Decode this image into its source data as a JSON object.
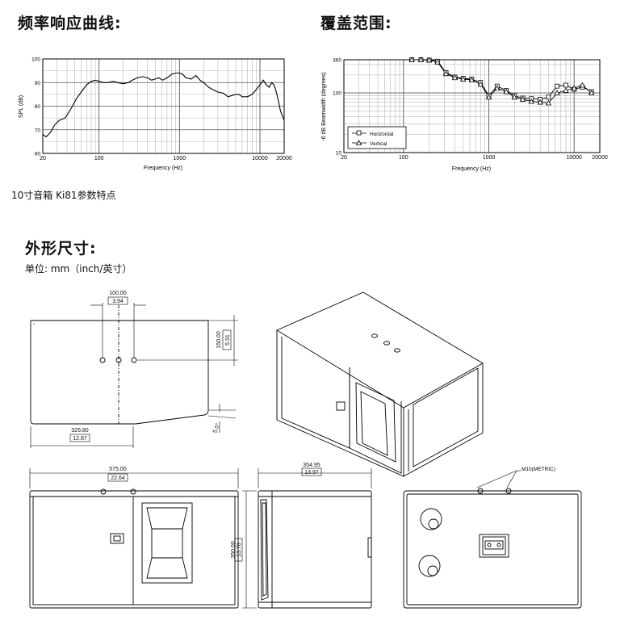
{
  "headings": {
    "freq_response": "频率响应曲线:",
    "coverage": "覆盖范围:",
    "dimensions": "外形尺寸:"
  },
  "caption": "10寸音箱 Ki81参数特点",
  "unit_line": "单位: mm（inch/英寸）",
  "chart_data": [
    {
      "type": "line",
      "title": "",
      "xlabel": "Frequency (Hz)",
      "ylabel": "SPL (dB)",
      "x_scale": "log",
      "xlim": [
        20,
        20000
      ],
      "ylim": [
        60,
        100
      ],
      "x_ticks": [
        "20",
        "100",
        "1000",
        "10000",
        "20000"
      ],
      "y_ticks": [
        "100",
        "90",
        "80",
        "70",
        "60"
      ],
      "grid": true,
      "series": [
        {
          "color": "#000000",
          "points": [
            [
              20,
              68
            ],
            [
              22,
              67
            ],
            [
              25,
              69
            ],
            [
              28,
              72
            ],
            [
              32,
              74
            ],
            [
              38,
              75
            ],
            [
              45,
              79
            ],
            [
              52,
              83
            ],
            [
              60,
              86
            ],
            [
              70,
              89
            ],
            [
              80,
              90.5
            ],
            [
              90,
              91
            ],
            [
              100,
              90.5
            ],
            [
              115,
              90
            ],
            [
              130,
              90
            ],
            [
              150,
              90.5
            ],
            [
              170,
              90
            ],
            [
              200,
              89.5
            ],
            [
              230,
              90
            ],
            [
              260,
              91
            ],
            [
              300,
              92
            ],
            [
              350,
              92.5
            ],
            [
              400,
              92
            ],
            [
              450,
              91
            ],
            [
              500,
              91.5
            ],
            [
              550,
              92
            ],
            [
              620,
              91
            ],
            [
              700,
              92
            ],
            [
              800,
              93.5
            ],
            [
              900,
              94
            ],
            [
              1000,
              94
            ],
            [
              1100,
              93.5
            ],
            [
              1200,
              92
            ],
            [
              1400,
              91.5
            ],
            [
              1600,
              93
            ],
            [
              1800,
              91
            ],
            [
              2000,
              90
            ],
            [
              2300,
              88
            ],
            [
              2600,
              87
            ],
            [
              3000,
              86
            ],
            [
              3500,
              85.5
            ],
            [
              4000,
              84
            ],
            [
              4500,
              84.5
            ],
            [
              5000,
              85
            ],
            [
              5500,
              85
            ],
            [
              6000,
              84
            ],
            [
              7000,
              84
            ],
            [
              8000,
              85
            ],
            [
              9000,
              87
            ],
            [
              10000,
              89
            ],
            [
              11000,
              91
            ],
            [
              12000,
              89
            ],
            [
              13000,
              88
            ],
            [
              14000,
              90
            ],
            [
              15000,
              89
            ],
            [
              16000,
              86
            ],
            [
              17000,
              82
            ],
            [
              18000,
              78
            ],
            [
              20000,
              74
            ]
          ]
        }
      ]
    },
    {
      "type": "line",
      "title": "",
      "xlabel": "Frequency (Hz)",
      "ylabel": "-6 dB Beamwidth (degrees)",
      "x_scale": "log",
      "y_scale": "log",
      "xlim": [
        20,
        20000
      ],
      "ylim": [
        10,
        360
      ],
      "x_ticks": [
        "20",
        "100",
        "1000",
        "10000",
        "20000"
      ],
      "y_ticks": [
        "360",
        "100",
        "10"
      ],
      "grid": true,
      "legend": "bottom-left",
      "series": [
        {
          "name": "Horizontal",
          "marker": "square",
          "points": [
            [
              125,
              360
            ],
            [
              160,
              360
            ],
            [
              200,
              355
            ],
            [
              250,
              340
            ],
            [
              315,
              220
            ],
            [
              400,
              185
            ],
            [
              500,
              175
            ],
            [
              630,
              170
            ],
            [
              800,
              150
            ],
            [
              1000,
              90
            ],
            [
              1250,
              130
            ],
            [
              1600,
              110
            ],
            [
              2000,
              90
            ],
            [
              2500,
              82
            ],
            [
              3150,
              80
            ],
            [
              4000,
              78
            ],
            [
              5000,
              85
            ],
            [
              6300,
              130
            ],
            [
              8000,
              135
            ],
            [
              10000,
              115
            ],
            [
              12500,
              125
            ],
            [
              16000,
              105
            ]
          ]
        },
        {
          "name": "Vertical",
          "marker": "triangle",
          "points": [
            [
              125,
              360
            ],
            [
              160,
              360
            ],
            [
              200,
              355
            ],
            [
              250,
              330
            ],
            [
              315,
              210
            ],
            [
              400,
              180
            ],
            [
              500,
              170
            ],
            [
              630,
              165
            ],
            [
              800,
              140
            ],
            [
              1000,
              85
            ],
            [
              1250,
              120
            ],
            [
              1600,
              105
            ],
            [
              2000,
              85
            ],
            [
              2500,
              78
            ],
            [
              3150,
              72
            ],
            [
              4000,
              70
            ],
            [
              5000,
              68
            ],
            [
              6300,
              100
            ],
            [
              8000,
              110
            ],
            [
              10000,
              120
            ],
            [
              12500,
              135
            ],
            [
              16000,
              100
            ]
          ]
        }
      ]
    }
  ],
  "dimensions": {
    "top_spacing_mm": "100.00",
    "top_spacing_in": "3.94",
    "top_depth_mm": "150.00",
    "top_depth_in": "5.91",
    "top_offset_mm": "326.80",
    "top_offset_in": "12.87",
    "angle": "5.0°",
    "front_width_mm": "575.00",
    "front_width_in": "22.64",
    "side_depth_mm": "354.95",
    "side_depth_in": "13.97",
    "height_mm": "350.00",
    "height_in": "13.78",
    "thread": "M10(METRIC)"
  }
}
